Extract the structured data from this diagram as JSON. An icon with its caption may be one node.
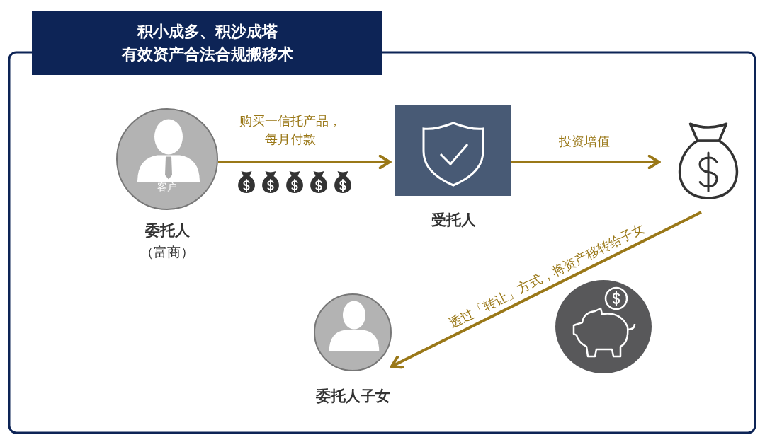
{
  "diagram": {
    "nodes": [
      {
        "text": [
          "积小成多、积沙成塔",
          "有效资产合法合规搬移术"
        ]
      },
      {
        "text": [
          "客户"
        ],
        "beside": [
          "委托人",
          "（富商）"
        ]
      },
      {
        "text": [],
        "shape": "box",
        "beside": [
          "受托人"
        ]
      },
      {
        "text": [],
        "shape": "bag"
      },
      {
        "text": [],
        "shape": "circle",
        "beside": [
          "委托人子女"
        ]
      }
    ],
    "edges": [
      {
        "from": 1,
        "to": 2,
        "arrow": "to",
        "label": "购买一信托产品，每月付款"
      },
      {
        "from": 2,
        "to": 3,
        "arrow": "to",
        "label": "投资增值"
      },
      {
        "from": 3,
        "to": 4,
        "arrow": "to",
        "label": "透过「转让」方式，将资产移转给子女"
      }
    ]
  }
}
